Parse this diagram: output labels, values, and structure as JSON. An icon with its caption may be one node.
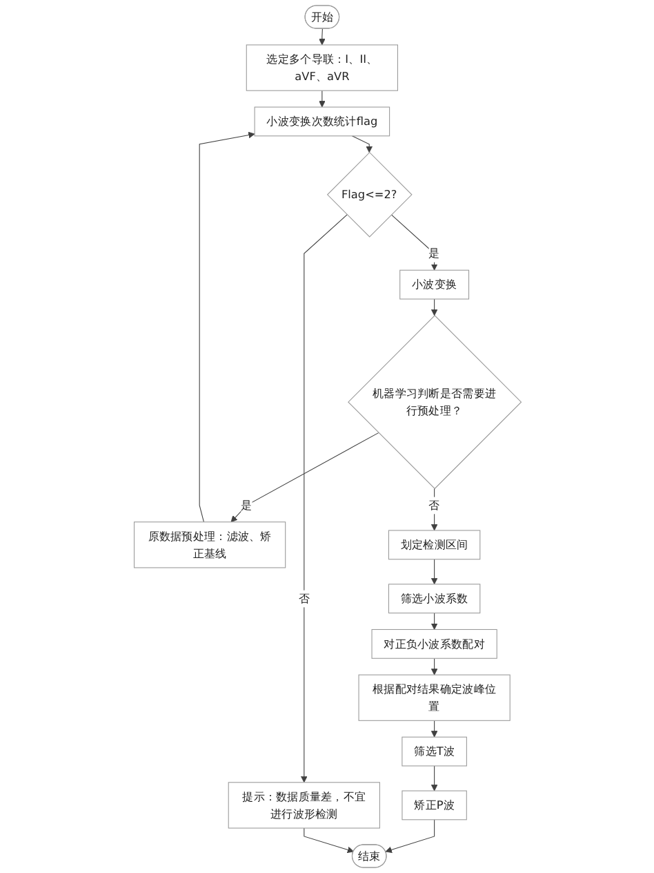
{
  "diagram": {
    "nodes": [
      {
        "text": [
          "开始"
        ]
      },
      {
        "text": [
          "选定多个导联：I、II、aVF、aVR"
        ]
      },
      {
        "text": [
          "小波变换次数统计flag"
        ]
      },
      {
        "text": [
          "Flag<=2?"
        ]
      },
      {
        "text": [
          "小波变换"
        ]
      },
      {
        "text": [
          "机器学习判断是否需要进行预处理？"
        ]
      },
      {
        "text": [
          "原数据预处理：滤波、矫正基线"
        ]
      },
      {
        "text": [
          "划定检测区间"
        ]
      },
      {
        "text": [
          "筛选小波系数"
        ]
      },
      {
        "text": [
          "对正负小波系数配对"
        ]
      },
      {
        "text": [
          "根据配对结果确定波峰位置"
        ]
      },
      {
        "text": [
          "筛选T波"
        ]
      },
      {
        "text": [
          "矫正P波"
        ]
      },
      {
        "text": [
          "提示：数据质量差，不宜进行波形检测"
        ]
      },
      {
        "text": [
          "结束"
        ]
      }
    ],
    "edges": [
      {
        "from": 0,
        "to": 1,
        "arrow": "to"
      },
      {
        "from": 1,
        "to": 2,
        "arrow": "to"
      },
      {
        "from": 2,
        "to": 3,
        "arrow": "to"
      },
      {
        "from": 3,
        "to": 4,
        "arrow": "to",
        "label": "是"
      },
      {
        "from": 3,
        "to": 13,
        "arrow": "to",
        "label": "否"
      },
      {
        "from": 4,
        "to": 5,
        "arrow": "to"
      },
      {
        "from": 5,
        "to": 6,
        "arrow": "to",
        "label": "是"
      },
      {
        "from": 5,
        "to": 7,
        "arrow": "to",
        "label": "否"
      },
      {
        "from": 6,
        "to": 2,
        "arrow": "to"
      },
      {
        "from": 7,
        "to": 8,
        "arrow": "to"
      },
      {
        "from": 8,
        "to": 9,
        "arrow": "to"
      },
      {
        "from": 9,
        "to": 10,
        "arrow": "to"
      },
      {
        "from": 10,
        "to": 11,
        "arrow": "to"
      },
      {
        "from": 11,
        "to": 12,
        "arrow": "to"
      },
      {
        "from": 12,
        "to": 14,
        "arrow": "to"
      },
      {
        "from": 13,
        "to": 14,
        "arrow": "to"
      }
    ]
  }
}
